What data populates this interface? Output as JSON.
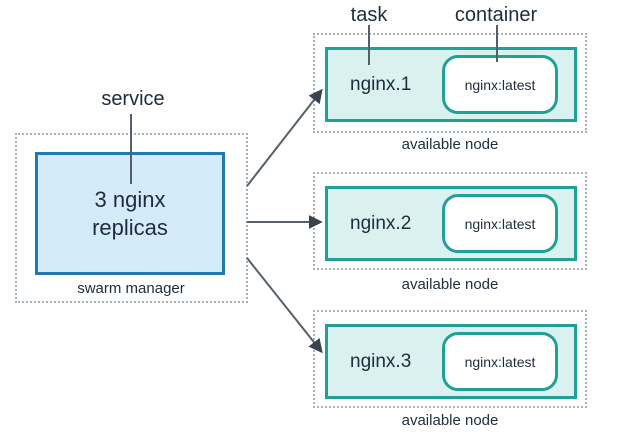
{
  "labels": {
    "service": "service",
    "task": "task",
    "container": "container"
  },
  "manager": {
    "box_lines": [
      "3 nginx",
      "replicas"
    ],
    "caption": "swarm manager"
  },
  "nodes": [
    {
      "task": "nginx.1",
      "container": "nginx:latest",
      "caption": "available node"
    },
    {
      "task": "nginx.2",
      "container": "nginx:latest",
      "caption": "available node"
    },
    {
      "task": "nginx.3",
      "container": "nginx:latest",
      "caption": "available node"
    }
  ],
  "colors": {
    "manager_box_fill": "#d4ebf9",
    "manager_box_border": "#2378b4",
    "node_box_fill": "#d9f2ef",
    "node_box_border": "#21a096",
    "container_fill": "#ffffff",
    "container_border": "#21a096",
    "dotted_border": "#a5b3b6",
    "text": "#1f2c3c",
    "connector": "#555f69",
    "arrowhead": "#3a444e"
  }
}
